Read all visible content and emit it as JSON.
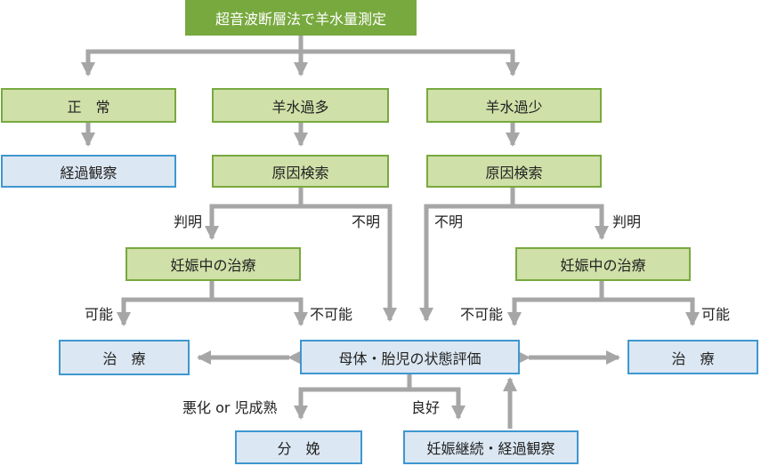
{
  "nodes": {
    "root": "超音波断層法で羊水量測定",
    "normal": "正　常",
    "polyhydramnios": "羊水過多",
    "oligohydramnios": "羊水過少",
    "observe": "経過観察",
    "cause_left": "原因検索",
    "cause_right": "原因検索",
    "treat_preg_left": "妊娠中の治療",
    "treat_preg_right": "妊娠中の治療",
    "treatment_left": "治　療",
    "treatment_right": "治　療",
    "assessment": "母体・胎児の状態評価",
    "delivery": "分　娩",
    "continue": "妊娠継続・経過観察"
  },
  "labels": {
    "identified_left": "判明",
    "unknown_left": "不明",
    "unknown_right": "不明",
    "identified_right": "判明",
    "possible_left": "可能",
    "impossible_left": "不可能",
    "impossible_right": "不可能",
    "possible_right": "可能",
    "worse": "悪化 or 児成熟",
    "good": "良好"
  },
  "colors": {
    "header_fill": "#78a93f",
    "green_fill": "#cfe0a8",
    "green_border": "#78a93f",
    "blue_fill": "#dbe7f2",
    "blue_border": "#3f97d0",
    "arrow": "#a6a6a6"
  }
}
